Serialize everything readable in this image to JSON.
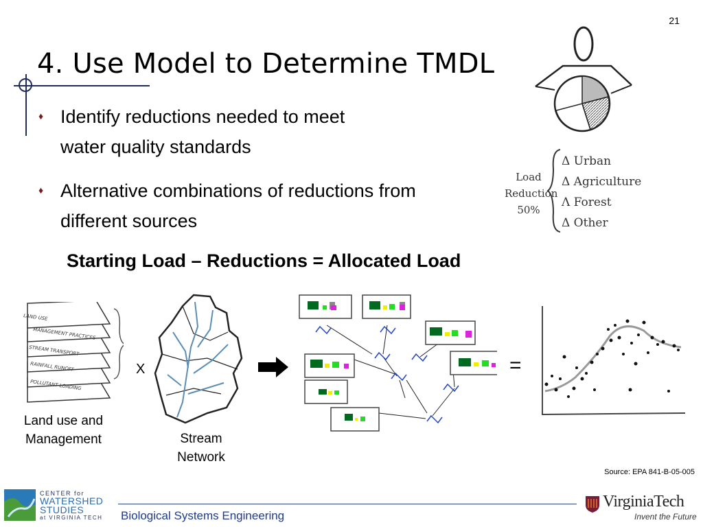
{
  "slide": {
    "number": "21",
    "title": "4. Use Model to Determine TMDL",
    "bullets": [
      "Identify reductions needed to meet water quality standards",
      "Alternative combinations of reductions from different sources"
    ],
    "equation": "Starting Load – Reductions = Allocated Load"
  },
  "sketch": {
    "load_label": [
      "Load",
      "Reduction",
      "50%"
    ],
    "items": [
      "Δ Urban",
      "Δ Agriculture",
      "Λ Forest",
      "Δ Other"
    ]
  },
  "diagram": {
    "layers": [
      "LAND USE",
      "MANAGEMENT PRACTICES",
      "STREAM TRANSPORT",
      "RAINFALL RUNOFF",
      "POLLUTANT LOADING"
    ],
    "land_caption": [
      "Land use and",
      "Management"
    ],
    "times_sign": "X",
    "stream_caption": [
      "Stream",
      "Network"
    ],
    "equals_sign": "="
  },
  "source": "Source: EPA 841-B-05-005",
  "footer": {
    "department": "Biological Systems Engineering",
    "center_logo": [
      "CENTER for",
      "WATERSHED",
      "STUDIES",
      "at VIRGINIA TECH"
    ],
    "vt_logo": "VirginiaTech",
    "vt_tagline": "Invent the Future"
  },
  "colors": {
    "dark_green": "#006b1f",
    "green": "#22dd22",
    "yellow": "#eeee00",
    "magenta": "#dd22dd",
    "navy": "#1f2b59",
    "vt_maroon": "#7a1c33"
  }
}
